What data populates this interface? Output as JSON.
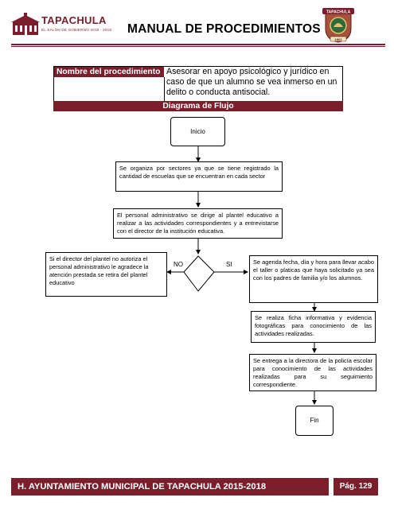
{
  "header": {
    "logo_name": "TAPACHULA",
    "logo_tagline": "EL SALÓN DE GOBIERNO 2015 · 2018",
    "doc_title": "MANUAL DE PROCEDIMIENTOS",
    "seal_text": "TAPACHULA",
    "seal_year": "1863"
  },
  "procedure": {
    "name_label": "Nombre del procedimiento",
    "name_value": "Asesorar en apoyo psicológico y jurídico en caso de que un alumno se vea inmerso en un delito o conducta antisocial.",
    "diagram_label": "Diagrama de Flujo"
  },
  "flow": {
    "start": "Inicio",
    "step1": "Se organiza por sectores ya que se tiene registrado la cantidad de escuelas que se encuentran en cada sector",
    "step2": "El personal administrativo se dirige al plantel educativo a realizar a las actividades correspondientes y a entrevistarse con el director de la institución educativa.",
    "no_label": "NO",
    "yes_label": "SI",
    "no_branch": "Si el director del plantel no autoriza el personal administrativo le agradece la atención prestada se retira del plantel educativo",
    "yes_branch": "Se agenda fecha, día y hora para llevar acabo el taller o platicas que haya solicitado ya sea con los padres de familia y/o los alumnos.",
    "step4": "Se realiza ficha informativa y evidencia fotográficas para conocimiento de las actividades realizadas.",
    "step5": "Se entrega a la directora de la policía escolar para conocimiento de las actividades realizadas para su seguimiento correspondiente.",
    "end": "Fin"
  },
  "footer": {
    "org": "H. AYUNTAMIENTO MUNICIPAL DE TAPACHULA 2015-2018",
    "page": "Pág. 129"
  },
  "colors": {
    "accent": "#7a1e2c"
  }
}
